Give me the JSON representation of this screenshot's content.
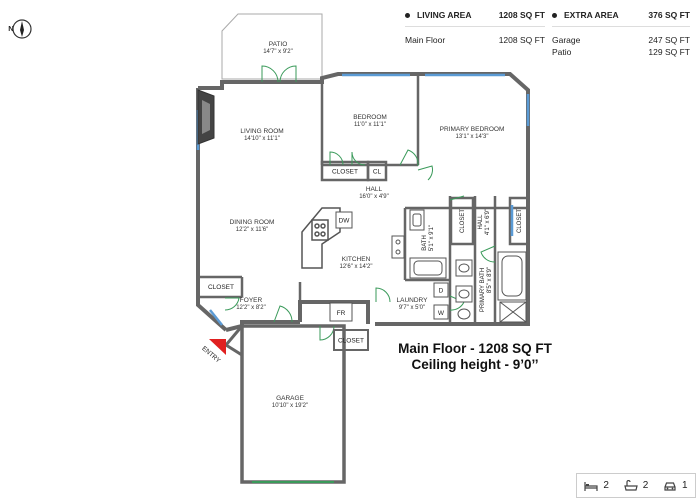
{
  "living_area": {
    "title": "LIVING AREA",
    "total": "1208 SQ FT",
    "rows": [
      {
        "label": "Main Floor",
        "value": "1208 SQ FT"
      }
    ]
  },
  "extra_area": {
    "title": "EXTRA AREA",
    "total": "376 SQ FT",
    "rows": [
      {
        "label": "Garage",
        "value": "247 SQ FT"
      },
      {
        "label": "Patio",
        "value": "129 SQ FT"
      }
    ]
  },
  "compass": {
    "label": "N",
    "icon": "compass-north-icon"
  },
  "caption": {
    "line1": "Main Floor - 1208 SQ FT",
    "line2": "Ceiling height - 9’0’’"
  },
  "entry_label": "ENTRY",
  "rooms": {
    "patio": {
      "name": "PATIO",
      "dims": "14'7\" x 9'2\""
    },
    "living": {
      "name": "LIVING ROOM",
      "dims": "14'10\" x 11'1\""
    },
    "bedroom": {
      "name": "BEDROOM",
      "dims": "11'0\" x 11'1\""
    },
    "primary_bedroom": {
      "name": "PRIMARY BEDROOM",
      "dims": "13'1\" x 14'3\""
    },
    "hall": {
      "name": "HALL",
      "dims": "16'0\" x 4'9\""
    },
    "dining": {
      "name": "DINING ROOM",
      "dims": "12'2\" x 11'6\""
    },
    "kitchen": {
      "name": "KITCHEN",
      "dims": "12'6\" x 14'2\""
    },
    "foyer": {
      "name": "FOYER",
      "dims": "12'2\" x 8'2\""
    },
    "laundry": {
      "name": "LAUNDRY",
      "dims": "9'7\" x 5'0\""
    },
    "garage": {
      "name": "GARAGE",
      "dims": "10'10\" x 19'2\""
    },
    "bath": {
      "name": "BATH",
      "dims": "5'1\" x 9'1\""
    },
    "hall2": {
      "name": "HALL",
      "dims": "4'1\" x 6'9\""
    },
    "primary_bath": {
      "name": "PRIMARY BATH",
      "dims": "8'5\" x 8'9\""
    }
  },
  "labels": {
    "closet": "CLOSET",
    "cl": "CL",
    "dw": "DW",
    "fr": "FR",
    "d": "D",
    "w": "W"
  },
  "stats": [
    {
      "icon": "bed-icon",
      "value": "2"
    },
    {
      "icon": "bathtub-icon",
      "value": "2"
    },
    {
      "icon": "car-icon",
      "value": "1"
    }
  ],
  "colors": {
    "wall": "#666666",
    "window": "#5b9bd5",
    "door": "#3a9a5a",
    "entry": "#e02020"
  }
}
